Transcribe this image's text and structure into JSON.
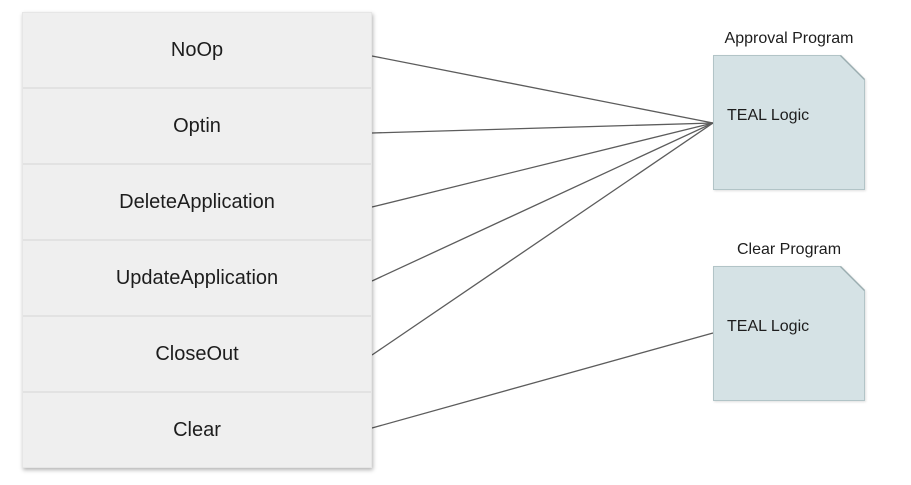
{
  "diagram": {
    "transaction_types": [
      {
        "label": "NoOp",
        "target": "approval"
      },
      {
        "label": "Optin",
        "target": "approval"
      },
      {
        "label": "DeleteApplication",
        "target": "approval"
      },
      {
        "label": "UpdateApplication",
        "target": "approval"
      },
      {
        "label": "CloseOut",
        "target": "approval"
      },
      {
        "label": "Clear",
        "target": "clear"
      }
    ],
    "programs": [
      {
        "id": "approval",
        "title": "Approval Program",
        "body": "TEAL Logic"
      },
      {
        "id": "clear",
        "title": "Clear Program",
        "body": "TEAL Logic"
      }
    ],
    "colors": {
      "row_bg": "#efefef",
      "row_divider": "#e2e2e2",
      "document_fill": "#d5e2e5",
      "document_border": "#b2c4c7",
      "document_fold_edge": "#9aadb0",
      "connector": "#5c5c5c",
      "text": "#1d1d1d",
      "page_bg": "#ffffff"
    }
  }
}
